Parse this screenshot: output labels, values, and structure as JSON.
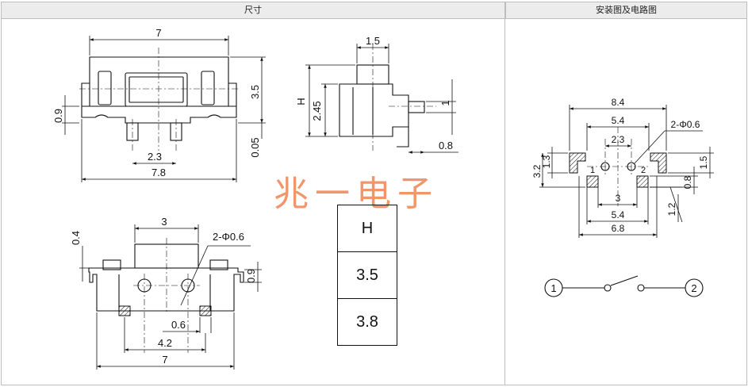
{
  "headers": {
    "dimensions": "尺寸",
    "install": "安装图及电路图"
  },
  "watermark": "兆一电子",
  "height_table": {
    "header": "H",
    "rows": [
      "3.5",
      "3.8"
    ]
  },
  "front_view": {
    "width_top": "7",
    "height": "3.5",
    "left_height": "0.9",
    "pin_offset": "0.05",
    "pin_pitch": "2.3",
    "total_width": "7.8"
  },
  "side_view": {
    "actuator_width": "1.5",
    "height_label": "H",
    "body_height": "2.45",
    "actuator_height": "1",
    "foot": "0.8"
  },
  "bottom_view": {
    "actuator_width": "3",
    "holes": "2-Φ0.6",
    "top_offset": "0.4",
    "leg_height": "0.9",
    "pad": "0.6",
    "pad_span": "4.2",
    "total": "7"
  },
  "footprint": {
    "width_outer": "8.4",
    "width_inner": "5.4",
    "hole_pitch": "2.3",
    "holes": "2-Φ0.6",
    "left_h1": "1.3",
    "left_h2": "3.2",
    "right_h1": "1.5",
    "right_h2": "0.8",
    "pad_gap": "3",
    "bottom_inner": "5.4",
    "bottom_outer": "6.8",
    "bottom_h": "1.2",
    "pin1": "1",
    "pin2": "2"
  },
  "circuit": {
    "terminal1": "1",
    "terminal2": "2"
  }
}
